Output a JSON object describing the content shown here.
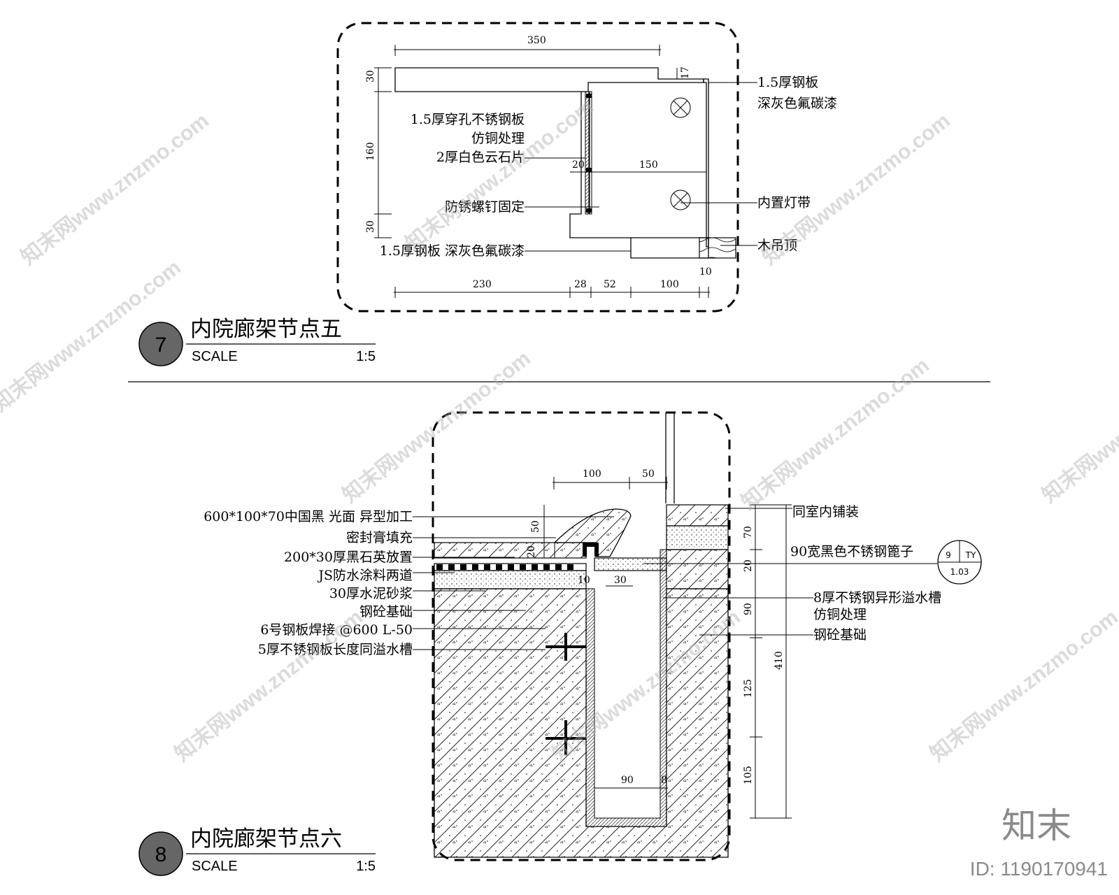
{
  "detail7": {
    "number": "7",
    "title": "内院廊架节点五",
    "scale_label": "SCALE",
    "scale_value": "1:5",
    "dims": {
      "top_350": "350",
      "v30_top": "30",
      "v160": "160",
      "v30_bot": "30",
      "r17": "17",
      "d20": "20",
      "d150": "150",
      "b230": "230",
      "b28": "28",
      "b52": "52",
      "b100": "100",
      "b10": "10"
    },
    "labels": {
      "steel_plate_right_1": "1.5厚钢板",
      "steel_plate_right_2": "深灰色氟碳漆",
      "perforated_1": "1.5厚穿孔不锈钢板",
      "perforated_2": "仿铜处理",
      "marble": "2厚白色云石片",
      "screws": "防锈螺钉固定",
      "steel_plate_bottom": "1.5厚钢板  深灰色氟碳漆",
      "light_strip": "内置灯带",
      "wood_ceiling": "木吊顶"
    }
  },
  "detail8": {
    "number": "8",
    "title": "内院廊架节点六",
    "scale_label": "SCALE",
    "scale_value": "1:5",
    "dims": {
      "t100": "100",
      "t50": "50",
      "l50": "50",
      "l20": "20",
      "c10": "10",
      "c30": "30",
      "r70": "70",
      "r20": "20",
      "r90": "90",
      "r125": "125",
      "r105": "105",
      "r410": "410",
      "b90": "90",
      "b8": "8"
    },
    "labels": {
      "stone": "600*100*70中国黑  光面  异型加工",
      "sealant": "密封膏填充",
      "quartz": "200*30厚黑石英放置",
      "js": "JS防水涂料两道",
      "mortar": "30厚水泥砂浆",
      "foundation_left": "钢砼基础",
      "weld": "6号钢板焊接  @600  L-50",
      "channel5": "5厚不锈钢板长度同溢水槽",
      "indoor": "同室内铺装",
      "grate": "90宽黑色不锈钢篦子",
      "channel8_1": "8厚不锈钢异形溢水槽",
      "channel8_2": "仿铜处理",
      "foundation_right": "钢砼基础"
    },
    "ref": {
      "top_left": "9",
      "top_right": "TY",
      "bottom": "1.03"
    }
  },
  "watermark": {
    "text": "知末网www.znzmo.com"
  },
  "brand": {
    "name": "知末",
    "id": "ID: 1190170941"
  }
}
